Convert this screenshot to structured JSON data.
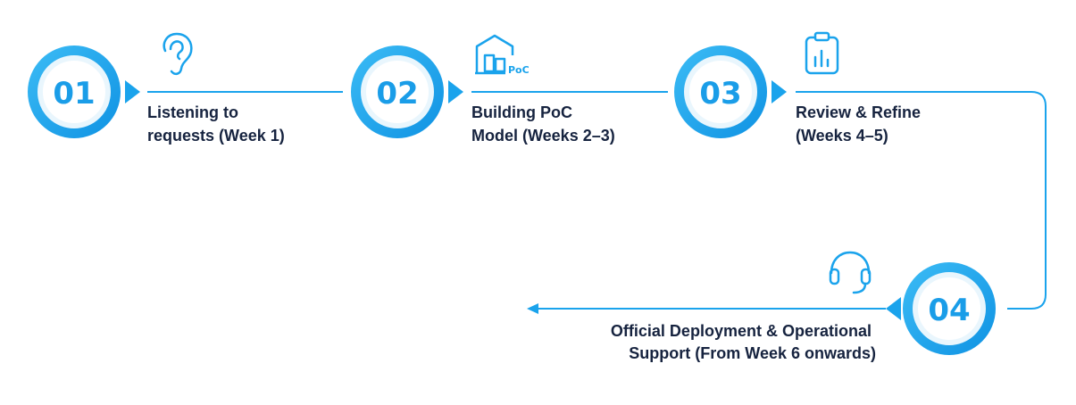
{
  "colors": {
    "accent": "#1aa3ec",
    "accent_light": "#3cbcf5",
    "ring": "#e9f6fd",
    "number": "#1a9de8",
    "text": "#16233f"
  },
  "steps": [
    {
      "number": "01",
      "label_lines": [
        "Listening to",
        "requests (Week 1)"
      ],
      "icon": "ear-icon"
    },
    {
      "number": "02",
      "label_lines": [
        "Building PoC",
        "Model (Weeks 2–3)"
      ],
      "icon": "poc-building-icon",
      "icon_text": "PoC"
    },
    {
      "number": "03",
      "label_lines": [
        "Review & Refine",
        "(Weeks 4–5)"
      ],
      "icon": "clipboard-chart-icon"
    },
    {
      "number": "04",
      "label_lines": [
        "Official Deployment & Operational",
        "Support (From Week 6 onwards)"
      ],
      "icon": "headset-icon"
    }
  ]
}
